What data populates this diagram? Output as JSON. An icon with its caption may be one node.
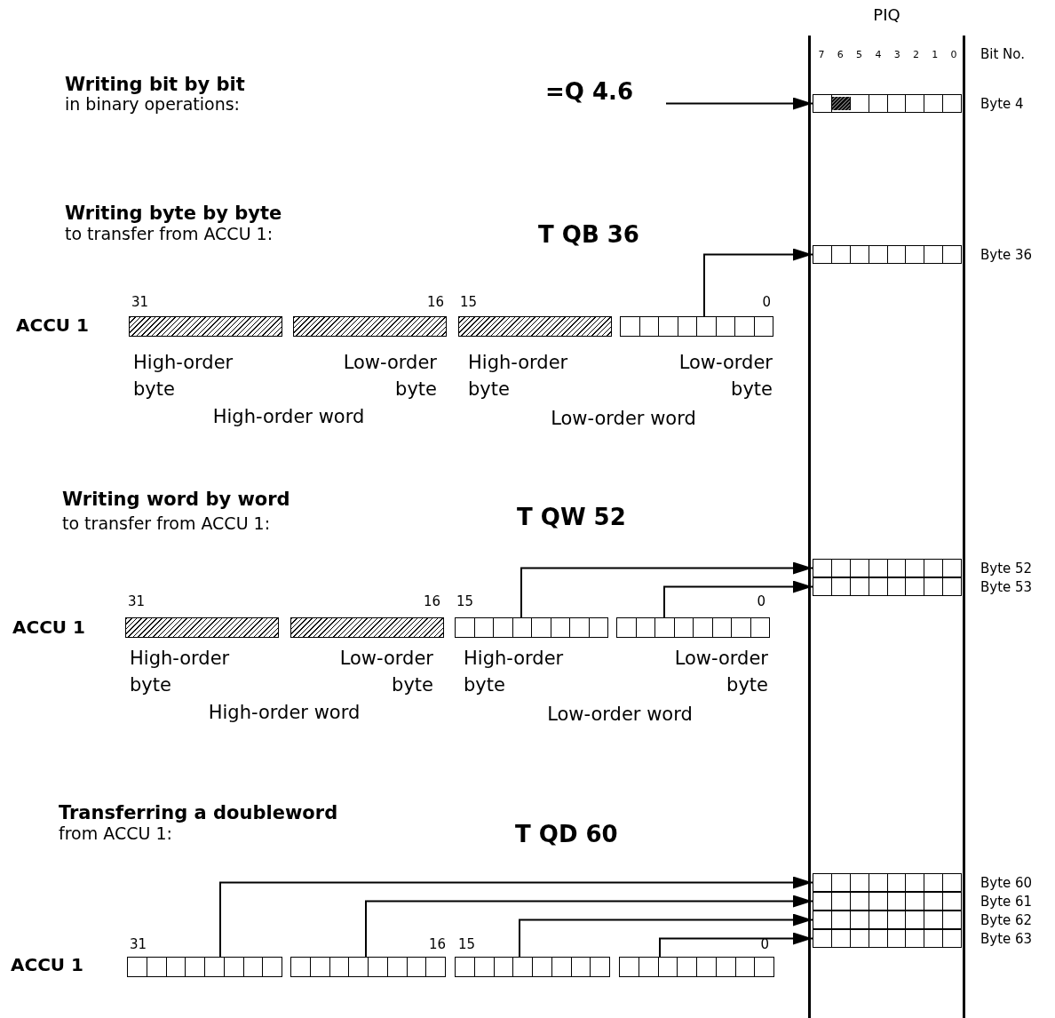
{
  "diagram": {
    "nodes": [
      {
        "text": [
          "PIQ"
        ]
      },
      {
        "text": [
          "=Q 4.6"
        ]
      },
      {
        "text": [],
        "shape": "bar",
        "in": 0,
        "beside": [
          "Byte 4"
        ]
      },
      {
        "text": [],
        "shape": "bar",
        "in": 0,
        "beside": [
          "Byte 36"
        ]
      },
      {
        "text": [],
        "shape": "bar"
      },
      {
        "text": [],
        "shape": "bar"
      },
      {
        "text": [],
        "shape": "bar"
      },
      {
        "text": [],
        "shape": "bar"
      },
      {
        "text": [],
        "shape": "bar",
        "in": 0,
        "beside": [
          "Byte 52"
        ]
      },
      {
        "text": [],
        "shape": "bar",
        "in": 0,
        "beside": [
          "Byte 53"
        ]
      },
      {
        "text": [],
        "shape": "bar"
      },
      {
        "text": [],
        "shape": "bar"
      },
      {
        "text": [],
        "shape": "bar"
      },
      {
        "text": [],
        "shape": "bar"
      },
      {
        "text": [],
        "shape": "bar",
        "in": 0,
        "beside": [
          "Byte 60"
        ]
      },
      {
        "text": [],
        "shape": "bar",
        "in": 0,
        "beside": [
          "Byte 61"
        ]
      },
      {
        "text": [],
        "shape": "bar",
        "in": 0,
        "beside": [
          "Byte 62"
        ]
      },
      {
        "text": [],
        "shape": "bar",
        "in": 0,
        "beside": [
          "Byte 63"
        ]
      },
      {
        "text": [],
        "shape": "bar"
      },
      {
        "text": [],
        "shape": "bar"
      },
      {
        "text": [],
        "shape": "bar"
      },
      {
        "text": [],
        "shape": "bar"
      }
    ],
    "edges": [
      {
        "from": 1,
        "to": 2,
        "arrow": "to"
      },
      {
        "from": 7,
        "to": 3,
        "arrow": "to"
      },
      {
        "from": 12,
        "to": 8,
        "arrow": "to"
      },
      {
        "from": 13,
        "to": 9,
        "arrow": "to"
      },
      {
        "from": 18,
        "to": 14,
        "arrow": "to"
      },
      {
        "from": 19,
        "to": 15,
        "arrow": "to"
      },
      {
        "from": 20,
        "to": 16,
        "arrow": "to"
      },
      {
        "from": 21,
        "to": 17,
        "arrow": "to"
      }
    ],
    "labels": [
      "7",
      "6",
      "5",
      "4",
      "3",
      "2",
      "1",
      "0",
      "Bit No.",
      "Writing bit by bit",
      "in binary operations:",
      "Writing byte by byte",
      "to transfer from ACCU 1:",
      "T QB 36",
      "ACCU 1",
      "31",
      "16",
      "15",
      "0",
      "High-order byte",
      "Low-order byte",
      "High-order byte",
      "Low-order byte",
      "High-order word",
      "Low-order word",
      "Writing word by word",
      "to transfer from ACCU 1:",
      "T QW 52",
      "ACCU 1",
      "31",
      "16",
      "15",
      "0",
      "High-order byte",
      "Low-order byte",
      "High-order byte",
      "Low-order byte",
      "High-order word",
      "Low-order word",
      "Transferring a doubleword",
      "from ACCU 1:",
      "T QD 60",
      "ACCU 1",
      "31",
      "16",
      "15",
      "0"
    ]
  }
}
